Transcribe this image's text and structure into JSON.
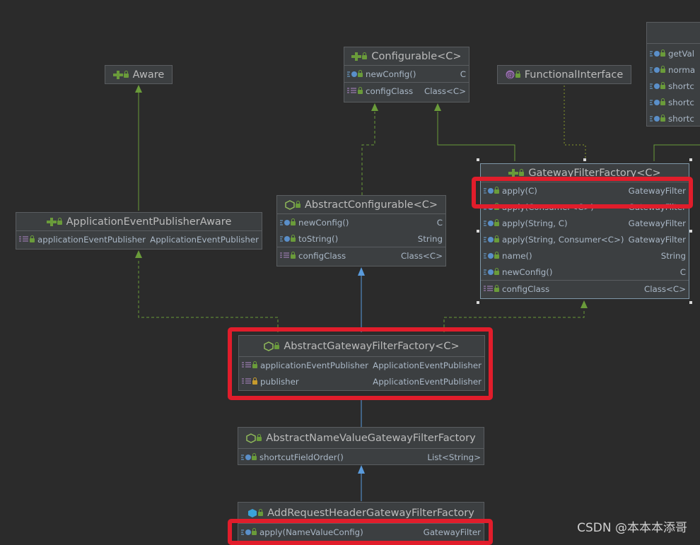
{
  "nodes": {
    "aware": {
      "title": "Aware"
    },
    "configurable": {
      "title": "Configurable<C>",
      "methods": [
        {
          "name": "newConfig()",
          "type": "C"
        }
      ],
      "fields": [
        {
          "name": "configClass",
          "type": "Class<C>"
        }
      ]
    },
    "functional": {
      "title": "FunctionalInterface"
    },
    "top_right": {
      "methods": [
        {
          "name": "getVal"
        },
        {
          "name": "norma"
        },
        {
          "name": "shortc"
        },
        {
          "name": "shortc"
        },
        {
          "name": "shortc"
        }
      ]
    },
    "publisher_aware": {
      "title": "ApplicationEventPublisherAware",
      "fields": [
        {
          "name": "applicationEventPublisher",
          "type": "ApplicationEventPublisher"
        }
      ]
    },
    "abstract_configurable": {
      "title": "AbstractConfigurable<C>",
      "methods": [
        {
          "name": "newConfig()",
          "type": "C"
        },
        {
          "name": "toString()",
          "type": "String"
        }
      ],
      "fields": [
        {
          "name": "configClass",
          "type": "Class<C>"
        }
      ]
    },
    "gateway_factory": {
      "title": "GatewayFilterFactory<C>",
      "methods": [
        {
          "name": "apply(C)",
          "type": "GatewayFilter"
        },
        {
          "name": "apply(Consumer<C>)",
          "type": "GatewayFilter"
        },
        {
          "name": "apply(String, C)",
          "type": "GatewayFilter"
        },
        {
          "name": "apply(String, Consumer<C>)",
          "type": "GatewayFilter"
        },
        {
          "name": "name()",
          "type": "String"
        },
        {
          "name": "newConfig()",
          "type": "C"
        }
      ],
      "fields": [
        {
          "name": "configClass",
          "type": "Class<C>"
        }
      ]
    },
    "abstract_gateway": {
      "title": "AbstractGatewayFilterFactory<C>",
      "fields": [
        {
          "name": "applicationEventPublisher",
          "type": "ApplicationEventPublisher"
        },
        {
          "name": "publisher",
          "type": "ApplicationEventPublisher"
        }
      ]
    },
    "name_value": {
      "title": "AbstractNameValueGatewayFilterFactory",
      "methods": [
        {
          "name": "shortcutFieldOrder()",
          "type": "List<String>"
        }
      ]
    },
    "add_request_header": {
      "title": "AddRequestHeaderGatewayFilterFactory",
      "methods": [
        {
          "name": "apply(NameValueConfig)",
          "type": "GatewayFilter"
        }
      ]
    }
  },
  "watermark": "CSDN @本本本添哥",
  "colors": {
    "background": "#2b2b2b",
    "node": "#3c3f41",
    "highlight": "#e11d2b",
    "extends_arrow": "#5a9bdc",
    "implements_arrow": "#6a9b3a"
  }
}
